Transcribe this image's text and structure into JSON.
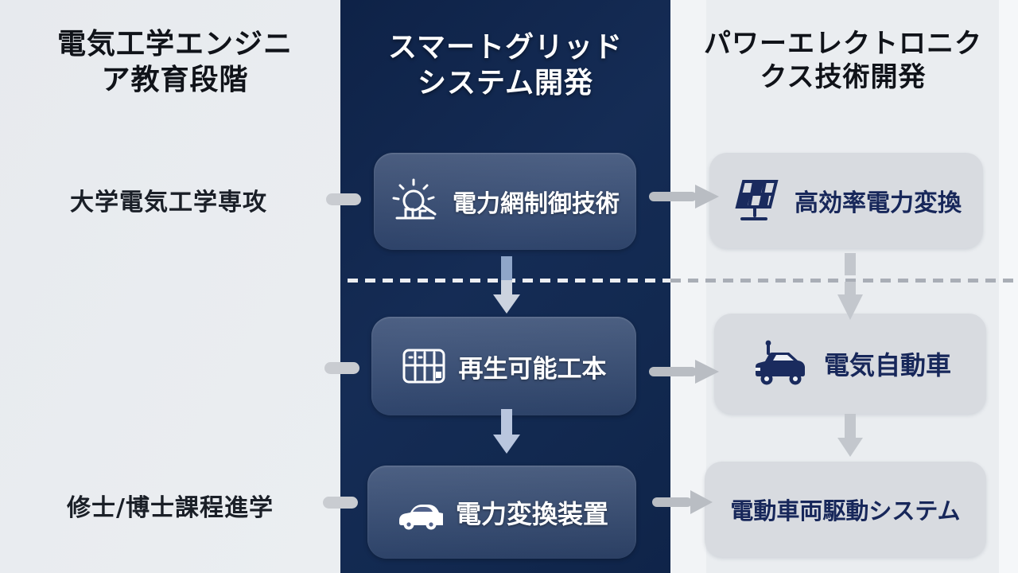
{
  "columns": {
    "left": {
      "title_lines": [
        "電気工学エンジニ",
        "ア教育段階"
      ],
      "labels": [
        "大学電気工学専攻",
        "修士/博士課程進学"
      ]
    },
    "middle": {
      "title_lines": [
        "スマートグリッド",
        "システム開発"
      ],
      "boxes": [
        {
          "icon": "sun-power-grid-icon",
          "label": "電力網制御技術"
        },
        {
          "icon": "solar-panel-icon",
          "label": "再生可能工本"
        },
        {
          "icon": "car-icon",
          "label": "電力変換装置"
        }
      ]
    },
    "right": {
      "title_lines": [
        "パワーエレクトロニク",
        "クス技術開発"
      ],
      "boxes": [
        {
          "icon": "solar-panel-icon",
          "label": "高効率電力変換"
        },
        {
          "icon": "electric-vehicle-icon",
          "label": "電気自動車"
        },
        {
          "icon": "none",
          "label": "電動車両駆動システム"
        }
      ]
    }
  },
  "colors": {
    "dark_column_bg": "#122950",
    "light_bg": "#e9ecef",
    "middle_box_bg": "#51628b",
    "right_box_bg": "#d8dbe0",
    "navy_text": "#17275a",
    "dark_text": "#101319",
    "white_text": "#ffffff",
    "arrow_grey": "#b9bdc3",
    "arrow_light": "#ccd3df",
    "arrow_blue_tint": "#b9c6de"
  }
}
